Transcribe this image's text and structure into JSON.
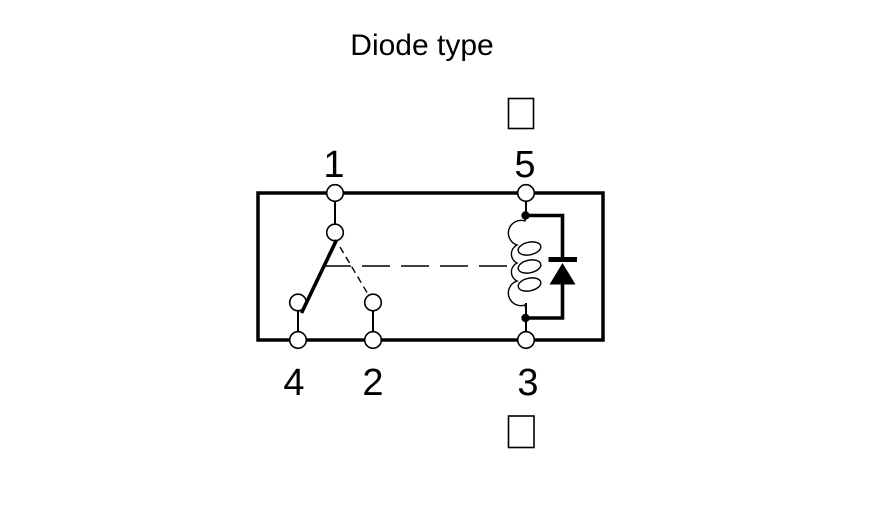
{
  "diagram": {
    "title": "Diode type",
    "line_color": "#000000",
    "background_color": "#ffffff"
  },
  "pins": [
    {
      "label": "1"
    },
    {
      "label": "5"
    },
    {
      "label": "4"
    },
    {
      "label": "2"
    },
    {
      "label": "3"
    }
  ]
}
